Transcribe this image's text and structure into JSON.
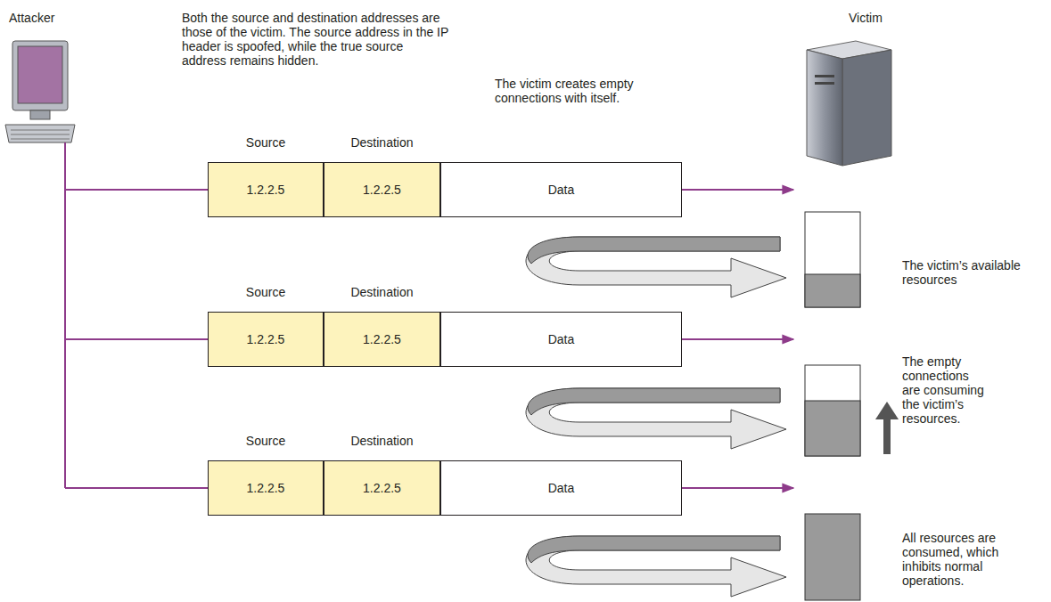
{
  "diagram": {
    "nodes": [
      {
        "text": [
          "Source",
          "1.2.2.5"
        ]
      },
      {
        "text": [
          "Destination",
          "1.2.2.5"
        ]
      },
      {
        "text": [
          "Data"
        ]
      },
      {
        "text": [
          "Source",
          "1.2.2.5"
        ]
      },
      {
        "text": [
          "Destination",
          "1.2.2.5"
        ]
      },
      {
        "text": [
          "Data"
        ]
      },
      {
        "text": [
          "Source",
          "1.2.2.5"
        ]
      },
      {
        "text": [
          "Destination",
          "1.2.2.5"
        ]
      },
      {
        "text": [
          "Data"
        ]
      }
    ],
    "labels": [
      "Attacker",
      "Victim",
      "Both the source and destination addresses are those of the victim. The source address in the IP header is spoofed, while the true source address remains hidden.",
      "The victim creates empty connections with itself.",
      "The victim’s available resources",
      "The empty connections are consuming the victim’s resources.",
      "All resources are consumed, which inhibits normal operations."
    ]
  }
}
